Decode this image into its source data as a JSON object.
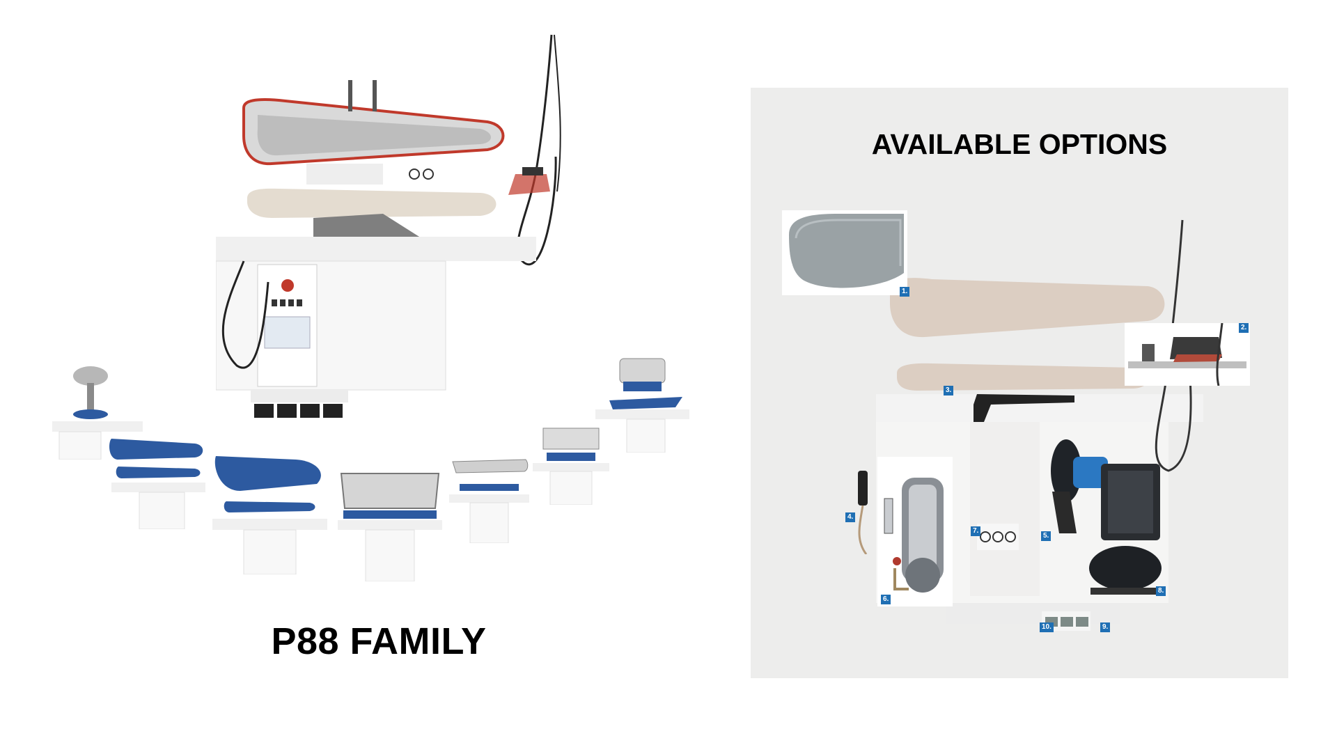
{
  "family": {
    "title": "P88 FAMILY"
  },
  "options": {
    "title": "AVAILABLE OPTIONS",
    "labels": [
      "1.",
      "2.",
      "3.",
      "4.",
      "5.",
      "6.",
      "7.",
      "8.",
      "9.",
      "10."
    ]
  },
  "colors": {
    "background": "#ffffff",
    "options_panel": "#ededec",
    "label_badge": "#1f6fb4",
    "machine_blue": "#2d5aa0",
    "machine_white": "#f6f6f6"
  }
}
